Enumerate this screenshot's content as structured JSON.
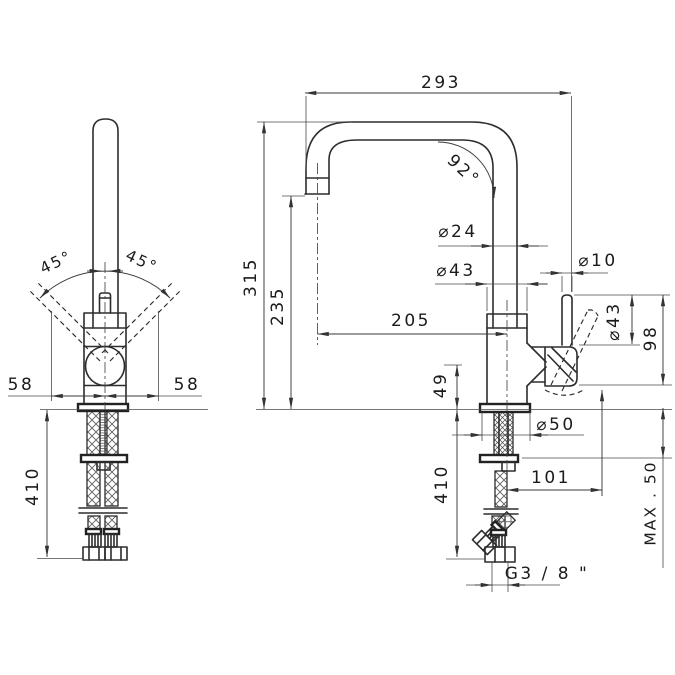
{
  "drawing": {
    "front_view": {
      "angle_left": "45°",
      "angle_right": "45°",
      "width_left": "58",
      "width_right": "58",
      "depth": "410"
    },
    "side_view": {
      "reach": "293",
      "angle": "92°",
      "tube_dia": "⌀24",
      "height": "315",
      "spout_height": "235",
      "center_reach": "205",
      "column_dia": "⌀43",
      "stem_dia": "⌀10",
      "handle_dia": "⌀43",
      "handle_height": "98",
      "pivot_height": "49",
      "base_dia": "⌀50",
      "depth": "410",
      "handle_reach": "101",
      "deck_max": "MAX . 50",
      "thread": "G3 / 8 \""
    }
  }
}
